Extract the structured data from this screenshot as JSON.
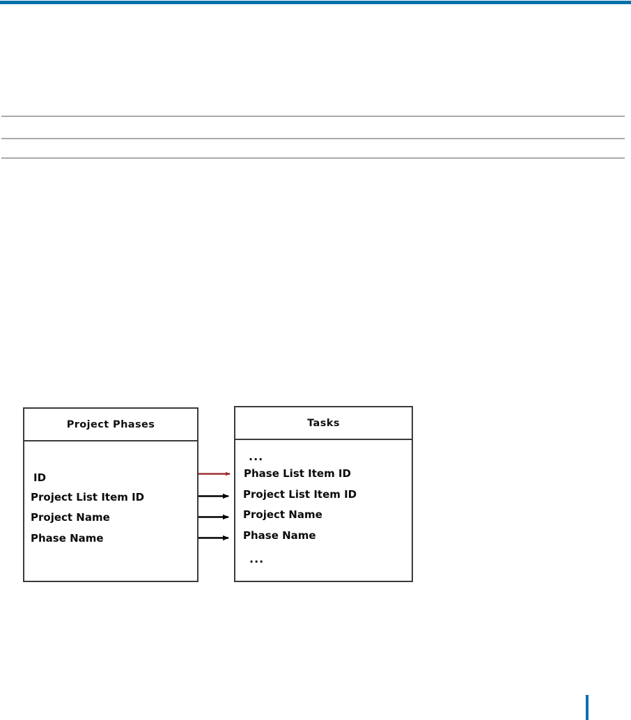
{
  "page": {
    "background_color": "#ffffff",
    "accent_color": "#0072ac",
    "rule_color": "#aaaaaa"
  },
  "diagram": {
    "type": "entity-relationship",
    "link_color_primary_key": "#a03030",
    "link_color_default": "#000000",
    "entities": [
      {
        "id": "project-phases",
        "title": "Project Phases",
        "fields": [
          {
            "label": "ID"
          },
          {
            "label": "Project List Item ID"
          },
          {
            "label": "Project Name"
          },
          {
            "label": "Phase Name"
          }
        ]
      },
      {
        "id": "tasks",
        "title": "Tasks",
        "fields": [
          {
            "label": "..."
          },
          {
            "label": "Phase List Item ID"
          },
          {
            "label": "Project List Item ID"
          },
          {
            "label": "Project Name"
          },
          {
            "label": "Phase Name"
          },
          {
            "label": "..."
          }
        ]
      }
    ],
    "links": [
      {
        "from": "ID",
        "to": "Phase List Item ID",
        "color": "#a03030"
      },
      {
        "from": "Project List Item ID",
        "to": "Project List Item ID",
        "color": "#000000"
      },
      {
        "from": "Project Name",
        "to": "Project Name",
        "color": "#000000"
      },
      {
        "from": "Phase Name",
        "to": "Phase Name",
        "color": "#000000"
      }
    ]
  }
}
